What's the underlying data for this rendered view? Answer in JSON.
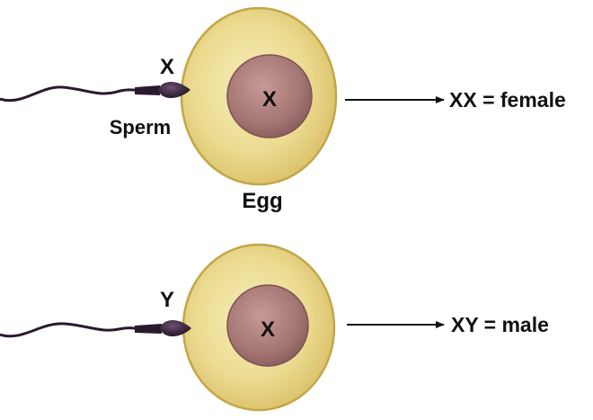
{
  "rows": [
    {
      "sperm_chromosome": "X",
      "sperm_label": "Sperm",
      "egg_chromosome": "X",
      "egg_label": "Egg",
      "result": "XX = female"
    },
    {
      "sperm_chromosome": "Y",
      "egg_chromosome": "X",
      "result": "XY = male"
    }
  ],
  "colors": {
    "egg_fill": "#e9d98a",
    "egg_edge": "#c9ab4c",
    "nucleus": "#a87878",
    "sperm": "#2a1a2e",
    "text": "#111111"
  }
}
